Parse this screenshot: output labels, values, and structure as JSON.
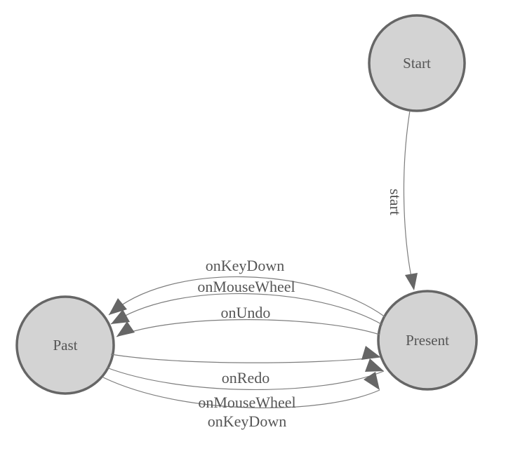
{
  "diagram": {
    "type": "state-machine",
    "colors": {
      "background": "#ffffff",
      "node_fill": "#d3d3d3",
      "node_border": "#666666",
      "edge_line": "#7d7d7d",
      "arrow_fill": "#666666",
      "label_text": "#555555"
    },
    "nodes": [
      {
        "id": "start",
        "label": "Start"
      },
      {
        "id": "past",
        "label": "Past"
      },
      {
        "id": "present",
        "label": "Present"
      }
    ],
    "edges": [
      {
        "from": "Start",
        "to": "Present",
        "label": "start"
      },
      {
        "from": "Present",
        "to": "Past",
        "label": "onKeyDown"
      },
      {
        "from": "Present",
        "to": "Past",
        "label": "onMouseWheel"
      },
      {
        "from": "Present",
        "to": "Past",
        "label": "onUndo"
      },
      {
        "from": "Past",
        "to": "Present",
        "label": "onRedo"
      },
      {
        "from": "Past",
        "to": "Present",
        "label": "onMouseWheel"
      },
      {
        "from": "Past",
        "to": "Present",
        "label": "onKeyDown"
      }
    ]
  }
}
